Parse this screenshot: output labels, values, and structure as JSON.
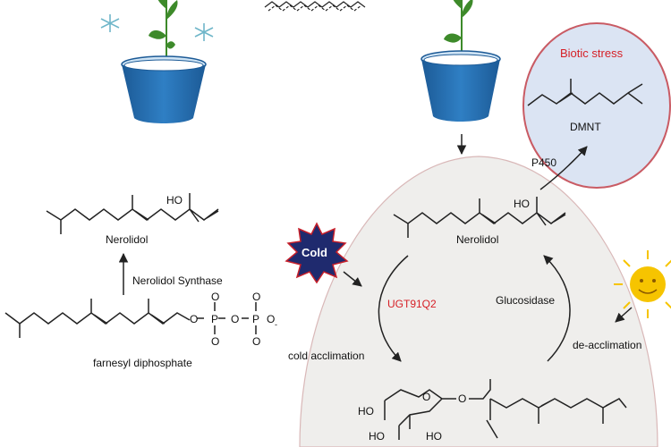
{
  "labels": {
    "biotic_stress": "Biotic stress",
    "dmnt": "DMNT",
    "p450": "P450",
    "nerolidol_left": "Nerolidol",
    "nerolidol_right": "Nerolidol",
    "ho_left": "HO",
    "ho_right": "HO",
    "nerolidol_synthase": "Nerolidol Synthase",
    "farnesyl_diphosphate": "farnesyl diphosphate",
    "cold": "Cold",
    "ugt91q2": "UGT91Q2",
    "glucosidase": "Glucosidase",
    "cold_acclimation": "cold acclimation",
    "de_acclimation": "de-acclimation",
    "ho_glc_1": "HO",
    "ho_glc_2": "HO",
    "ho_glc_3": "HO",
    "o_glc_ring": "O",
    "o_glc_link": "O",
    "pp_o1": "O",
    "pp_o2": "O",
    "pp_o3": "O",
    "pp_p1": "P",
    "pp_p2": "P",
    "pp_o_a": "O",
    "pp_o_b": "O",
    "pp_om1": "O",
    "pp_om2": "O",
    "pp_om3": "O",
    "minus": "-"
  },
  "colors": {
    "accent_red": "#d61f26",
    "pot_blue": "#2b73b5",
    "plant_green": "#3d8a2a",
    "biotic_fill": "#dbe4f3",
    "biotic_border": "#c95b64",
    "dome_fill": "#efeeec",
    "cold_burst": "#1f2a6e",
    "sun": "#f6c400",
    "snowflake": "#6fb6c9"
  },
  "icons": [
    "snowflake-icon",
    "sun-icon",
    "cold-burst-icon",
    "potted-plant-icon"
  ]
}
